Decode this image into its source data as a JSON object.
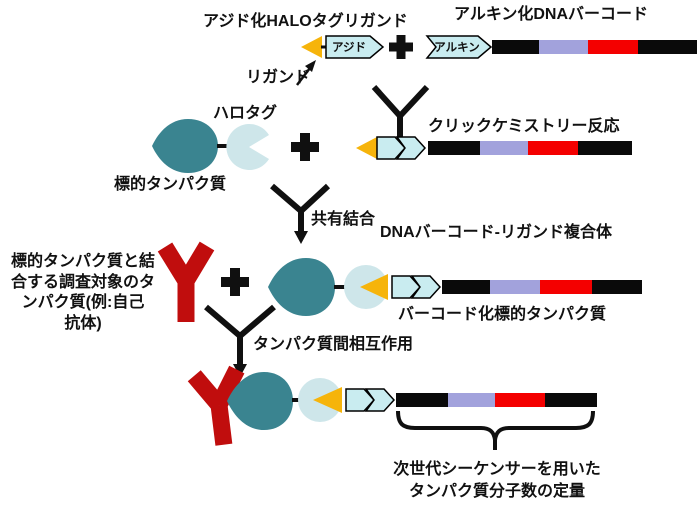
{
  "labels": {
    "azide_halotag_ligand": "アジド化HALOタグリガンド",
    "alkyne_dna_barcode": "アルキン化DNAバーコード",
    "azide": "アジド",
    "alkyne": "アルキン",
    "ligand": "リガンド",
    "click_chemistry_reaction": "クリックケミストリー反応",
    "halotag": "ハロタグ",
    "target_protein": "標的タンパク質",
    "dna_barcode_ligand_complex": "DNAバーコード-リガンド複合体",
    "covalent_bond": "共有結合",
    "probe_protein_lines": [
      "標的タンパク質と結",
      "合する調査対象のタ",
      "ンパク質(例:自己",
      "抗体)"
    ],
    "barcoded_target_protein": "バーコード化標的タンパク質",
    "protein_protein_interaction": "タンパク質間相互作用",
    "ngs_quantification_lines": [
      "次世代シーケンサーを用いた",
      "タンパク質分子数の定量"
    ]
  },
  "colors": {
    "teal": "#3A8490",
    "halotag_light": "#CEE6EA",
    "linker_fill": "#C9ECF0",
    "ligand_yellow": "#F6B40B",
    "antibody_red": "#C00D0D",
    "barcode_black": "#0A0A0A",
    "barcode_purple": "#A2A2DC",
    "barcode_red": "#F40000"
  },
  "barcode_pattern": [
    "black",
    "purple",
    "red",
    "black"
  ]
}
